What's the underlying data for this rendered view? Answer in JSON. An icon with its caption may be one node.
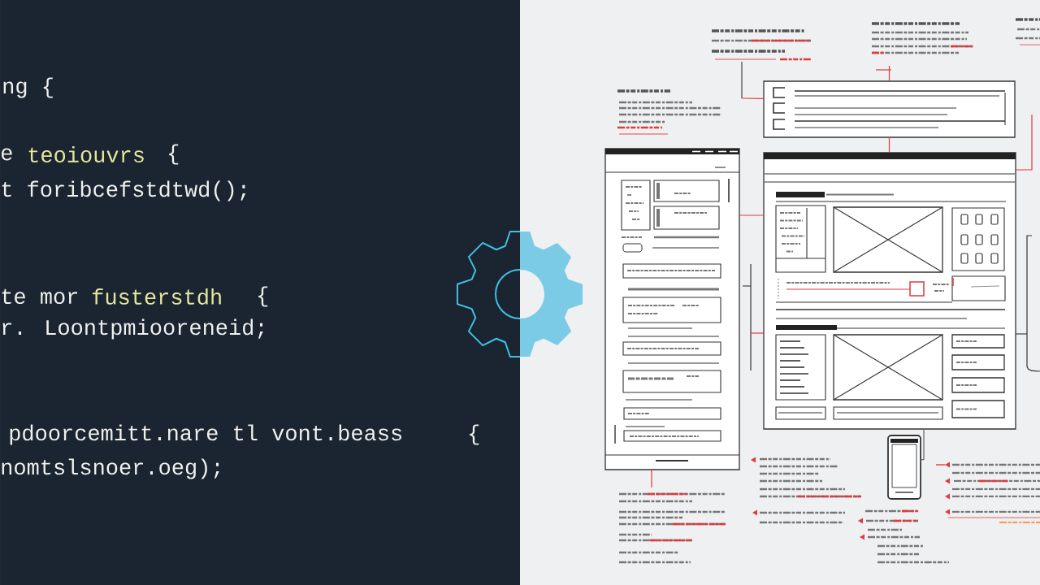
{
  "diagram": {
    "nodes": [
      {
        "text": [],
        "shape": "box"
      },
      {
        "text": [],
        "shape": "box"
      },
      {
        "text": [],
        "shape": "box"
      },
      {
        "text": [],
        "shape": "box"
      }
    ],
    "edges": [
      {
        "from": null,
        "to": 0,
        "arrow": "none"
      },
      {
        "from": 0,
        "to": 2,
        "arrow": "none"
      },
      {
        "from": null,
        "to": 0,
        "arrow": "none"
      },
      {
        "from": null,
        "to": 2,
        "arrow": "none"
      },
      {
        "from": 1,
        "to": 2,
        "arrow": "none"
      },
      {
        "from": null,
        "to": 1,
        "arrow": "none"
      },
      {
        "from": 2,
        "to": 3,
        "arrow": "none",
        "color": "#666666"
      }
    ],
    "labels": [
      "ng {",
      "e",
      "teoiouvrs",
      "{",
      "t foribcefstdtwd();",
      "te mor",
      "fusterstdh",
      "{",
      "r. Loontpmiooreneid;",
      "pdoorcemitt.nare tl vont.beass",
      "{",
      "nomtslsnoer.oeg);"
    ]
  }
}
